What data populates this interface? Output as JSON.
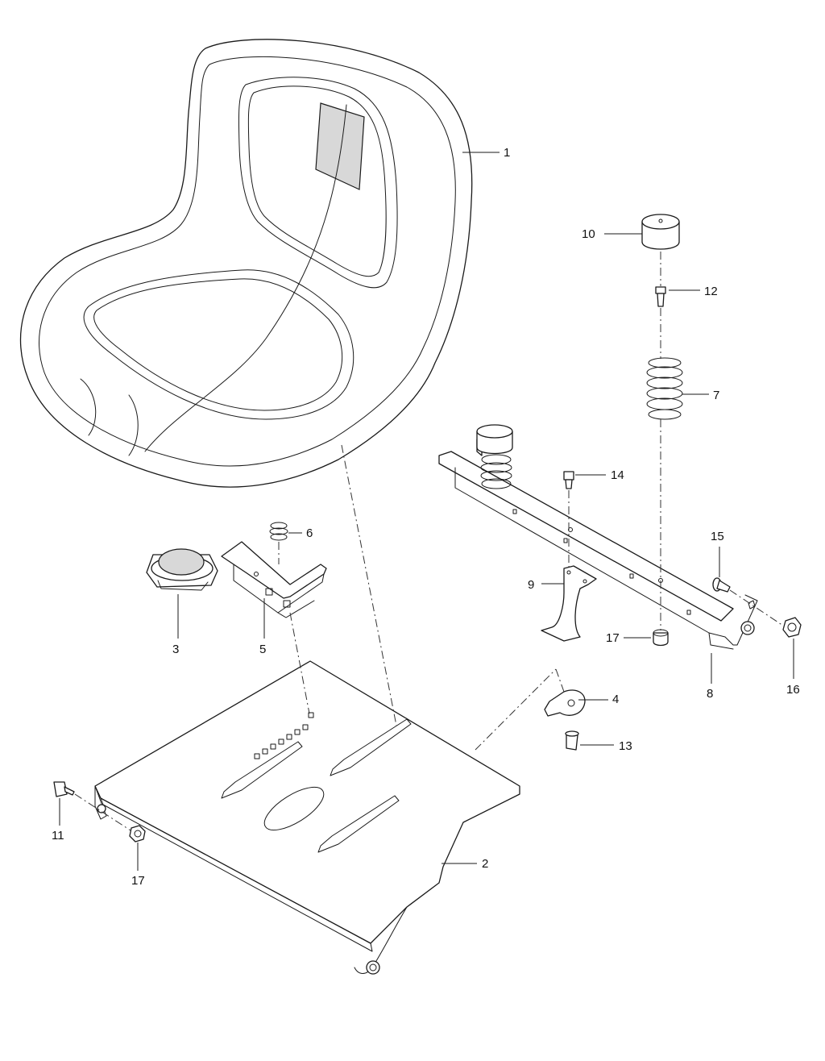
{
  "callouts": {
    "c1": "1",
    "c2": "2",
    "c3": "3",
    "c4": "4",
    "c5": "5",
    "c6": "6",
    "c7": "7",
    "c8": "8",
    "c9": "9",
    "c10": "10",
    "c11": "11",
    "c12": "12",
    "c13": "13",
    "c14": "14",
    "c15": "15",
    "c16": "16",
    "c17a": "17",
    "c17b": "17"
  },
  "colors": {
    "line": "#1a1a1a",
    "background": "#ffffff"
  }
}
